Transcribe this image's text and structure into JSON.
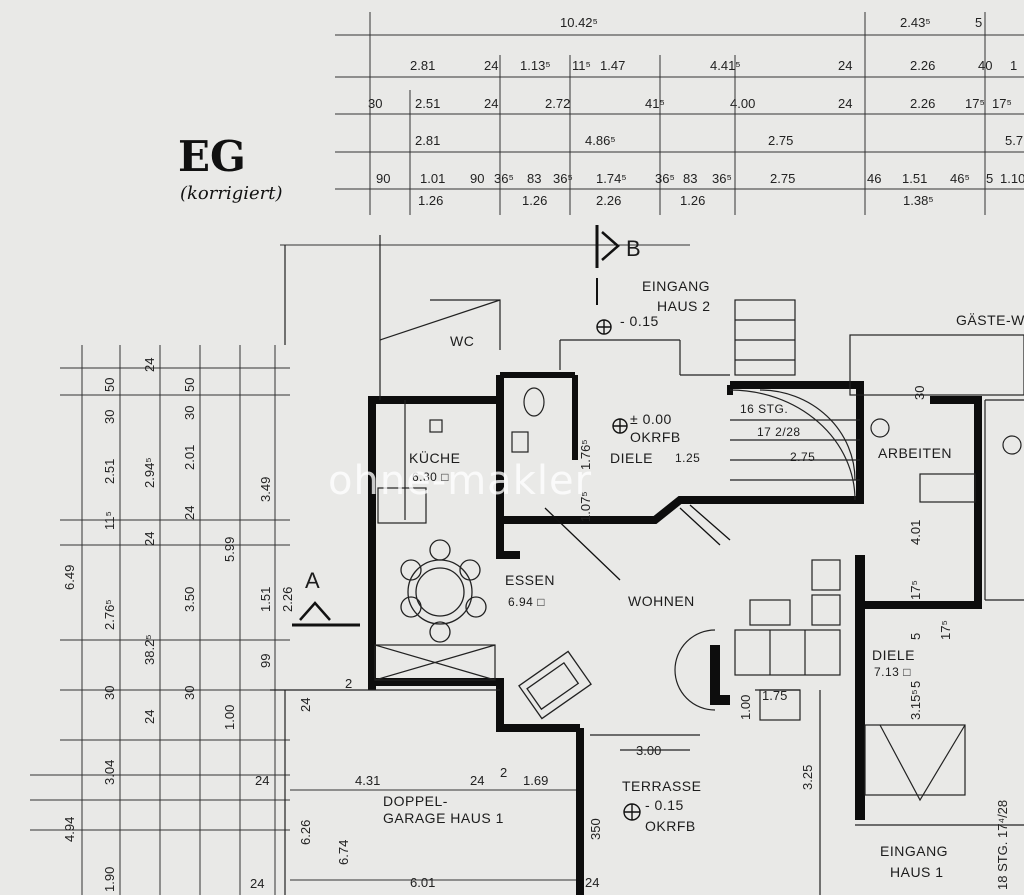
{
  "heading": {
    "floor": "EG",
    "note": "(korrigiert)"
  },
  "watermark": "ohne-makler",
  "section_marks": {
    "b": "B",
    "a": "A"
  },
  "rooms": {
    "eingang2": "EINGANG",
    "haus2": "HAUS 2",
    "gaeste": "GÄSTE-W",
    "wc": "WC",
    "kueche": "KÜCHE",
    "kueche_area": "6.30 □",
    "diele_upper": "DIELE",
    "diele_upper_h": "1.25",
    "level_00": "± 0.00",
    "okrfb": "OKRFB",
    "stg": "16 STG.",
    "stg_ratio": "17 2/28",
    "stg_275": "2.75",
    "arbeiten": "ARBEITEN",
    "essen": "ESSEN",
    "essen_area": "6.94 □",
    "wohnen": "WOHNEN",
    "diele": "DIELE",
    "diele_area": "7.13 □",
    "terrasse": "TERRASSE",
    "terrasse_lvl": "- 0.15",
    "terrasse_ok": "OKRFB",
    "garage": "DOPPEL-",
    "garage2": "GARAGE  HAUS 1",
    "eingang1": "EINGANG",
    "haus1": "HAUS 1",
    "lvl_015": "- 0.15"
  },
  "top_dims": {
    "r1": [
      "10.42⁵",
      "2.43⁵",
      "5"
    ],
    "r2": [
      "2.81",
      "24",
      "1.13⁵",
      "11⁵",
      "1.47",
      "4.41⁵",
      "24",
      "2.26",
      "40",
      "1"
    ],
    "r3": [
      "30",
      "2.51",
      "24",
      "2.72",
      "41⁵",
      "4.00",
      "24",
      "2.26",
      "17⁵",
      "17⁵"
    ],
    "r4": [
      "2.81",
      "4.86⁵",
      "2.75",
      "5.7"
    ],
    "r5": [
      "90",
      "1.01",
      "90",
      "36⁵",
      "83",
      "36⁵",
      "1.74⁵",
      "36⁵",
      "83",
      "36⁵",
      "2.75",
      "46",
      "1.51",
      "46⁵",
      "5",
      "1.10"
    ],
    "r6": [
      "1.26",
      "1.26",
      "2.26",
      "1.26",
      "1.38⁵"
    ]
  },
  "left_dims": [
    "6.49",
    "50",
    "30",
    "2.51",
    "11⁵",
    "24",
    "2.76⁵",
    "38.2⁵",
    "30",
    "24",
    "3.04",
    "4.94",
    "1.90",
    "24",
    "2.94⁵",
    "50",
    "30",
    "2.01",
    "24",
    "3.50",
    "5.99",
    "3.49",
    "1.51",
    "2.26",
    "99",
    "30",
    "1.00"
  ],
  "inner_dims": [
    "1.76⁵",
    "1.07⁵",
    "4.01",
    "17⁵",
    "3.15⁵",
    "1.75",
    "1.00",
    "3.00",
    "3.25",
    "350",
    "4.31",
    "24",
    "2",
    "1.69",
    "24",
    "6.26",
    "6.74",
    "6.01",
    "24",
    "24",
    "2",
    "24",
    "30",
    "5",
    "17⁵",
    "5",
    "18 STG. 17⁴/28"
  ]
}
